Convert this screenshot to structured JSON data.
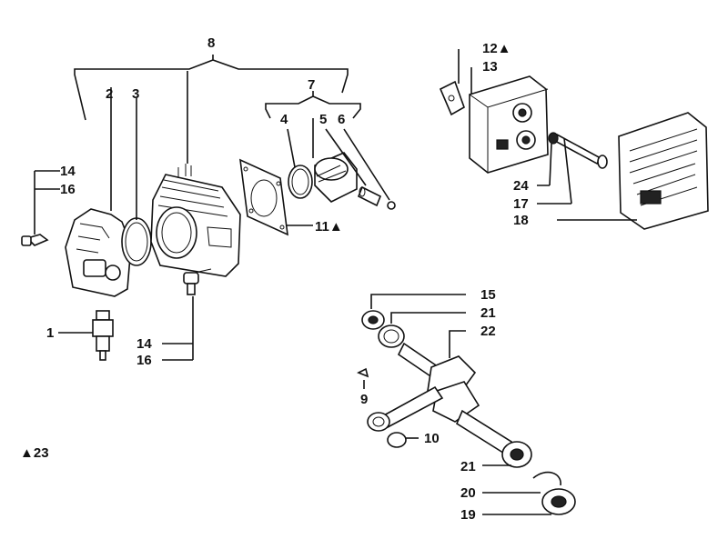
{
  "labels": {
    "p1": "1",
    "p2": "2",
    "p3": "3",
    "p4": "4",
    "p5": "5",
    "p6": "6",
    "p7": "7",
    "p8": "8",
    "p9": "9",
    "p10": "10",
    "p11": "11▲",
    "p12": "12▲",
    "p13": "13",
    "p14a": "14",
    "p16a": "16",
    "p14b": "14",
    "p16b": "16",
    "p15": "15",
    "p17": "17",
    "p18": "18",
    "p19": "19",
    "p20": "20",
    "p21a": "21",
    "p21b": "21",
    "p22": "22",
    "p24": "24",
    "p23": "▲23"
  }
}
